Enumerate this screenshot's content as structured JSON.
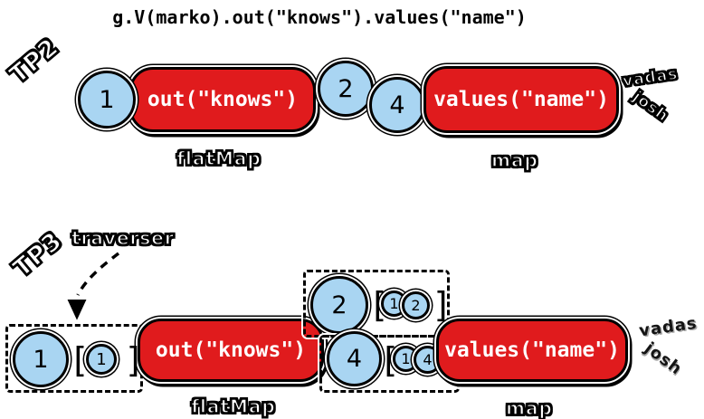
{
  "title": "g.V(marko).out(\"knows\").values(\"name\")",
  "colors": {
    "red": "#e01b1d",
    "blue": "#a9d5f2"
  },
  "tp2": {
    "label": "TP2",
    "start_value": "1",
    "step1": {
      "label": "out(\"knows\")",
      "kind": "flatMap"
    },
    "mid_values": [
      "2",
      "4"
    ],
    "step2": {
      "label": "values(\"name\")",
      "kind": "map"
    },
    "outputs": [
      "vadas",
      "josh"
    ]
  },
  "tp3": {
    "label": "TP3",
    "annotation": "traverser",
    "input": {
      "value": "1",
      "open": "[",
      "bulk": "1",
      "close": "]"
    },
    "step1": {
      "label": "out(\"knows\")",
      "kind": "flatMap"
    },
    "rows": [
      {
        "value": "2",
        "open": "[",
        "path1": "1",
        "path2": "2",
        "close": "]"
      },
      {
        "value": "4",
        "open": "[",
        "path1": "1",
        "path2": "4",
        "close": "]"
      }
    ],
    "step2": {
      "label": "values(\"name\")",
      "kind": "map"
    },
    "outputs": [
      "vadas",
      "josh"
    ]
  }
}
